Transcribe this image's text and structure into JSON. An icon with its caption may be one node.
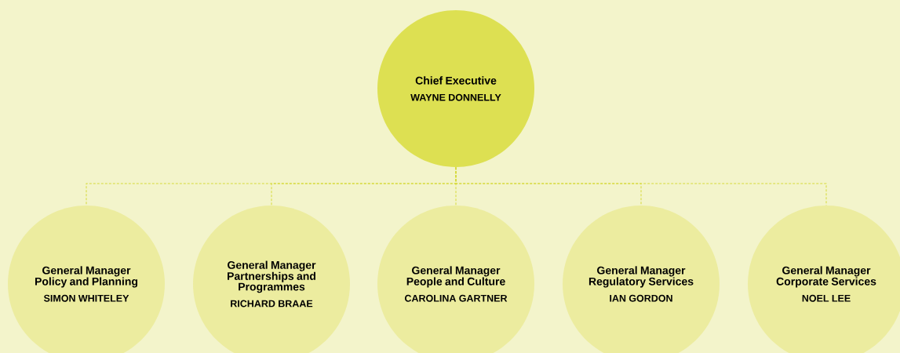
{
  "diagram": {
    "nodes": [
      {
        "text": [
          "Chief Executive",
          "WAYNE DONNELLY"
        ]
      },
      {
        "text": [
          "General Manager Policy and Planning",
          "SIMON WHITELEY"
        ]
      },
      {
        "text": [
          "General Manager Partnerships and Programmes",
          "RICHARD BRAAE"
        ]
      },
      {
        "text": [
          "General Manager People and Culture",
          "CAROLINA GARTNER"
        ]
      },
      {
        "text": [
          "General Manager Regulatory Services",
          "IAN GORDON"
        ]
      },
      {
        "text": [
          "General Manager Corporate Services",
          "NOEL LEE"
        ]
      }
    ],
    "edges": [
      {
        "from": 0,
        "to": 1,
        "arrow": "none",
        "style": "dashed"
      },
      {
        "from": 0,
        "to": 2,
        "arrow": "none",
        "style": "dashed"
      },
      {
        "from": 0,
        "to": 3,
        "arrow": "none",
        "style": "dashed"
      },
      {
        "from": 0,
        "to": 4,
        "arrow": "none",
        "style": "dashed"
      },
      {
        "from": 0,
        "to": 5,
        "arrow": "none",
        "style": "dashed"
      }
    ]
  }
}
